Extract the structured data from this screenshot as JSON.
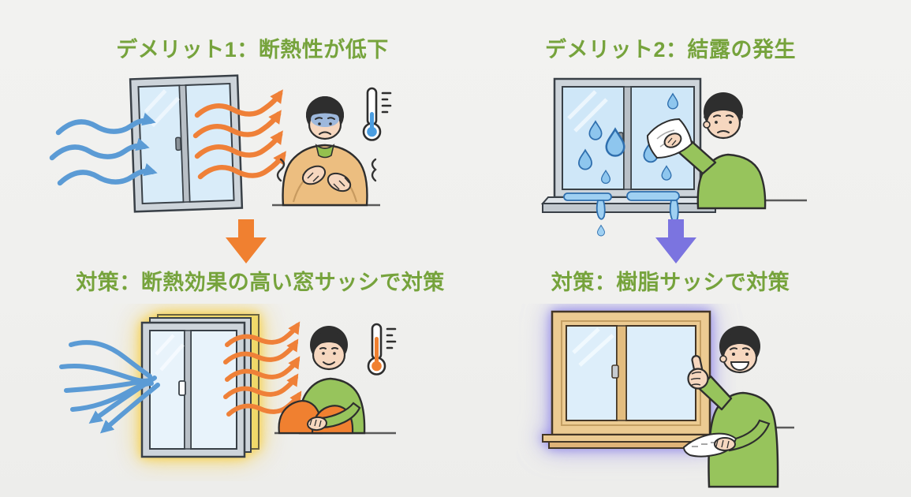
{
  "page": {
    "type": "infographic",
    "language": "ja",
    "background": "#f0f0ee",
    "topic": "窓サッシのデメリットと対策"
  },
  "palette": {
    "title_green": "#76a33c",
    "cold_blue": "#5b9bd5",
    "warm_orange": "#ef8038",
    "transition_orange": "#f08030",
    "transition_purple": "#7b74e0",
    "glow_yellow": "#f7cd3c",
    "glow_purple": "#8d84e8",
    "glass_blue": "#d9ecf9",
    "frame_gray": "#cdd4da",
    "wood_tan": "#eccb92",
    "sweater_green": "#97c45c",
    "blanket_tan": "#ecbe80",
    "droplet_blue": "#8ec6ee",
    "thermometer_cold": "#4a9de0",
    "thermometer_warm": "#f08030"
  },
  "sections": {
    "demerit1": {
      "title": "デメリット1：断熱性が低下",
      "illustration": "cold-air-passing-through-window-shivering-person-low-thermometer"
    },
    "demerit2": {
      "title": "デメリット2：結露の発生",
      "illustration": "window-condensation-droplets-person-wiping-with-cloth"
    },
    "solution1": {
      "title": "対策：断熱効果の高い窓サッシで対策",
      "illustration": "insulated-double-sash-window-blocking-cold-air-cozy-person-high-thermometer"
    },
    "solution2": {
      "title": "対策：樹脂サッシで対策",
      "illustration": "resin-frame-window-person-thumbs-up"
    }
  },
  "connectors": {
    "left_arrow": {
      "icon": "down-arrow-icon",
      "color": "#f08030"
    },
    "right_arrow": {
      "icon": "down-arrow-icon",
      "color": "#7b74e0"
    }
  },
  "icons": {
    "thermometer_cold": {
      "name": "thermometer-cold-icon",
      "color": "#4a9de0"
    },
    "thermometer_warm": {
      "name": "thermometer-warm-icon",
      "color": "#f08030"
    }
  }
}
